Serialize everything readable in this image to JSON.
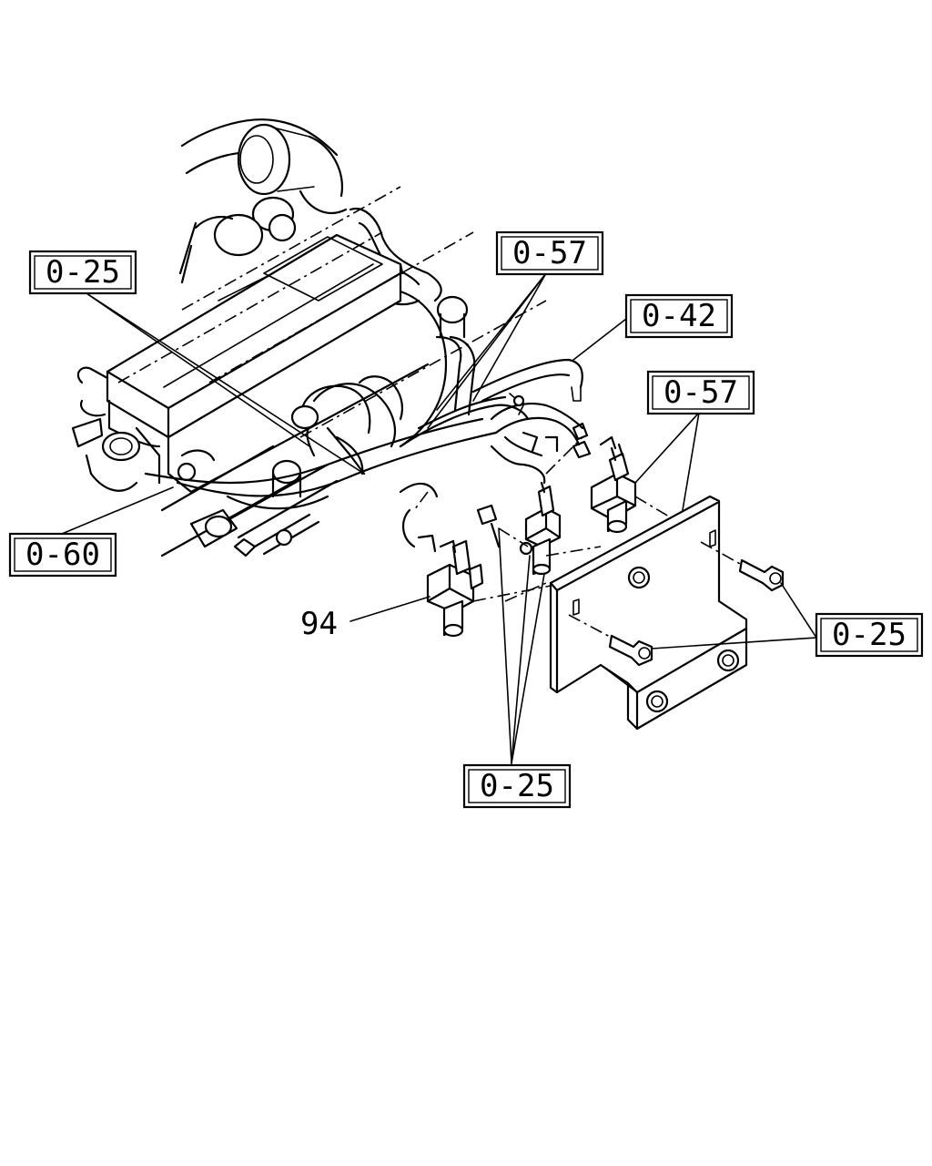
{
  "callouts": [
    {
      "id": "ref-top-left",
      "text": "0-25"
    },
    {
      "id": "ref-top-center",
      "text": "0-57"
    },
    {
      "id": "ref-right-upper",
      "text": "0-42"
    },
    {
      "id": "ref-right-mid",
      "text": "0-57"
    },
    {
      "id": "ref-left-lower",
      "text": "0-60"
    },
    {
      "id": "ref-right-lower",
      "text": "0-25"
    },
    {
      "id": "ref-bottom-center",
      "text": "0-25"
    }
  ],
  "part_number": "94"
}
